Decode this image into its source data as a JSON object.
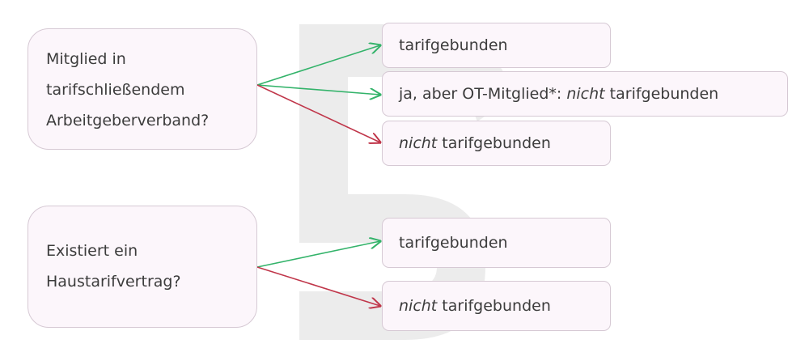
{
  "colors": {
    "yes": "#33b36a",
    "no": "#c0364a",
    "box_fill": "#fcf6fb",
    "box_border": "#d6c9d4",
    "watermark": "#ebebeb"
  },
  "questions": [
    {
      "lines": [
        "Mitglied in",
        "tarifschließendem",
        "Arbeitgeberverband?"
      ]
    },
    {
      "lines": [
        "Existiert ein",
        "Haustarifvertrag?"
      ]
    }
  ],
  "answers": {
    "q1_a1": {
      "text": "tarifgebunden"
    },
    "q1_a2": {
      "prefix": "ja, aber OT-Mitglied*: ",
      "em": "nicht",
      "suffix": " tarifgebunden"
    },
    "q1_a3": {
      "em": "nicht",
      "suffix": " tarifgebunden"
    },
    "q2_a1": {
      "text": "tarifgebunden"
    },
    "q2_a2": {
      "em": "nicht",
      "suffix": " tarifgebunden"
    }
  }
}
